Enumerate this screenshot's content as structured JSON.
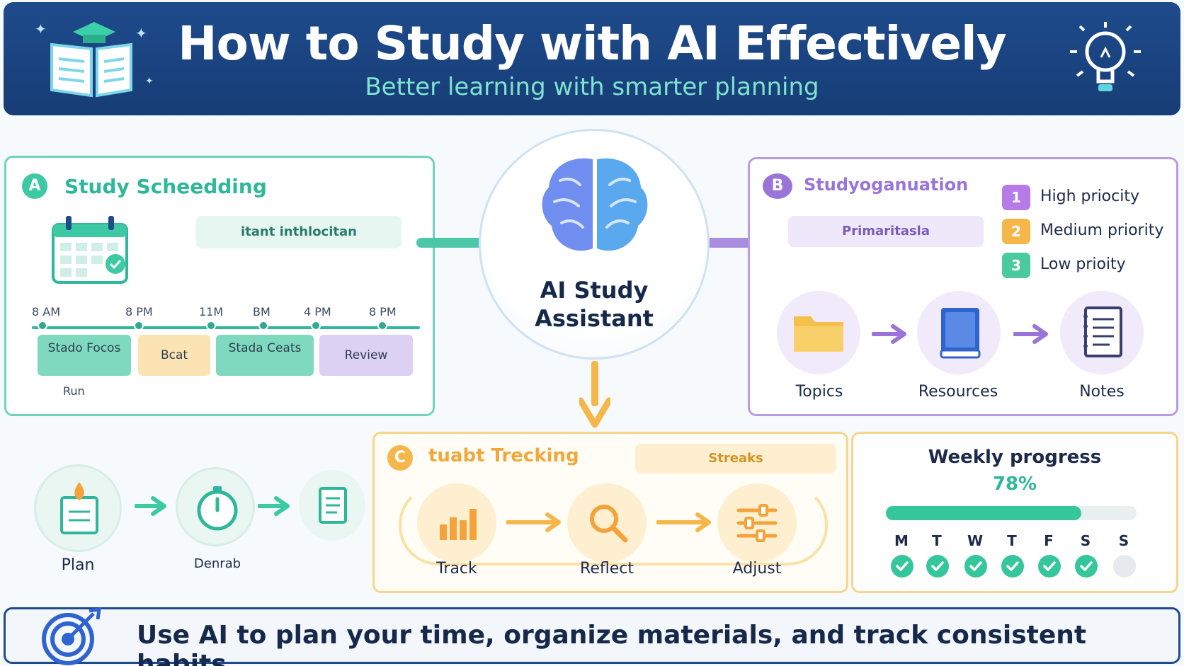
{
  "header": {
    "title": "How to Study with AI Effectively",
    "subtitle": "Better learning with smarter planning"
  },
  "center": {
    "label_line1": "AI Study",
    "label_line2": "Assistant"
  },
  "panel_a": {
    "badge": "A",
    "title": "Study Scheedding",
    "pill": "itant inthlocitan",
    "times": [
      "8 AM",
      "8 PM",
      "11M",
      "BM",
      "4 PM",
      "8 PM"
    ],
    "blocks": [
      "Stado Focos",
      "Bcat",
      "Stada Ceats",
      "Review"
    ],
    "footnote": "Run"
  },
  "panel_b": {
    "badge": "B",
    "title": "Studyoganuation",
    "pill": "Primaritasla",
    "priorities": [
      {
        "num": "1",
        "label": "High priocity",
        "color": "#b67be6"
      },
      {
        "num": "2",
        "label": "Medium priority",
        "color": "#f5b64a"
      },
      {
        "num": "3",
        "label": "Low prioity",
        "color": "#4bcaa0"
      }
    ],
    "items": [
      "Topics",
      "Resources",
      "Notes"
    ]
  },
  "left_flow": {
    "steps": [
      "Plan",
      "Denrab",
      ""
    ]
  },
  "panel_c": {
    "badge": "C",
    "title": "tuabt Trecking",
    "pill": "Streaks",
    "steps": [
      "Track",
      "Reflect",
      "Adjust"
    ]
  },
  "weekly": {
    "title": "Weekly progress",
    "percent_text": "78%",
    "progress": 0.78,
    "days": [
      "M",
      "T",
      "W",
      "T",
      "F",
      "S",
      "S"
    ],
    "done": [
      true,
      true,
      true,
      true,
      true,
      true,
      false
    ]
  },
  "footer": {
    "text": "Use AI to plan your time, organize materials, and track consistent habits.."
  },
  "colors": {
    "navy": "#1e4b8c",
    "teal": "#2fb79a",
    "purple": "#9a74d8",
    "amber": "#f5b64a"
  }
}
